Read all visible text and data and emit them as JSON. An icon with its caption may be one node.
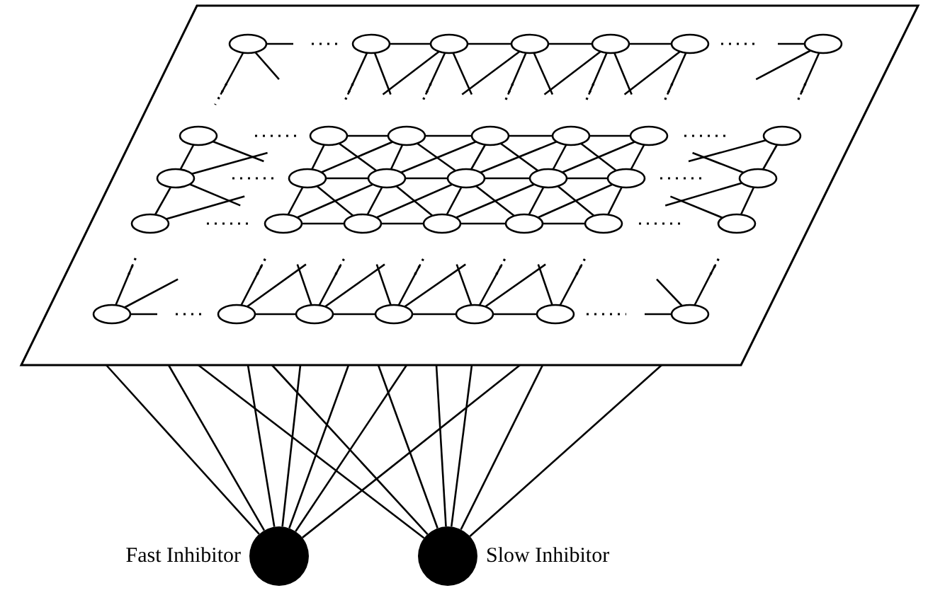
{
  "diagram": {
    "nodes": [
      {
        "text": [],
        "shape": "parallelogram"
      },
      {
        "text": [],
        "shape": "circle",
        "beside": [
          "Fast Inhibitor"
        ]
      },
      {
        "text": [],
        "shape": "circle",
        "beside": [
          "Slow Inhibitor"
        ]
      }
    ],
    "edges": [
      {
        "from": 0,
        "to": 1,
        "arrow": "none"
      },
      {
        "from": 0,
        "to": 1,
        "arrow": "none"
      },
      {
        "from": 0,
        "to": 2,
        "arrow": "none"
      },
      {
        "from": 0,
        "to": 1,
        "arrow": "none"
      },
      {
        "from": 0,
        "to": 2,
        "arrow": "none"
      },
      {
        "from": 0,
        "to": 1,
        "arrow": "none"
      },
      {
        "from": 0,
        "to": 1,
        "arrow": "none"
      },
      {
        "from": 0,
        "to": 2,
        "arrow": "none"
      },
      {
        "from": 0,
        "to": 1,
        "arrow": "none"
      },
      {
        "from": 0,
        "to": 2,
        "arrow": "none"
      },
      {
        "from": 0,
        "to": 2,
        "arrow": "none"
      },
      {
        "from": 0,
        "to": 1,
        "arrow": "none"
      },
      {
        "from": 0,
        "to": 2,
        "arrow": "none"
      },
      {
        "from": 0,
        "to": 2,
        "arrow": "none"
      }
    ]
  }
}
